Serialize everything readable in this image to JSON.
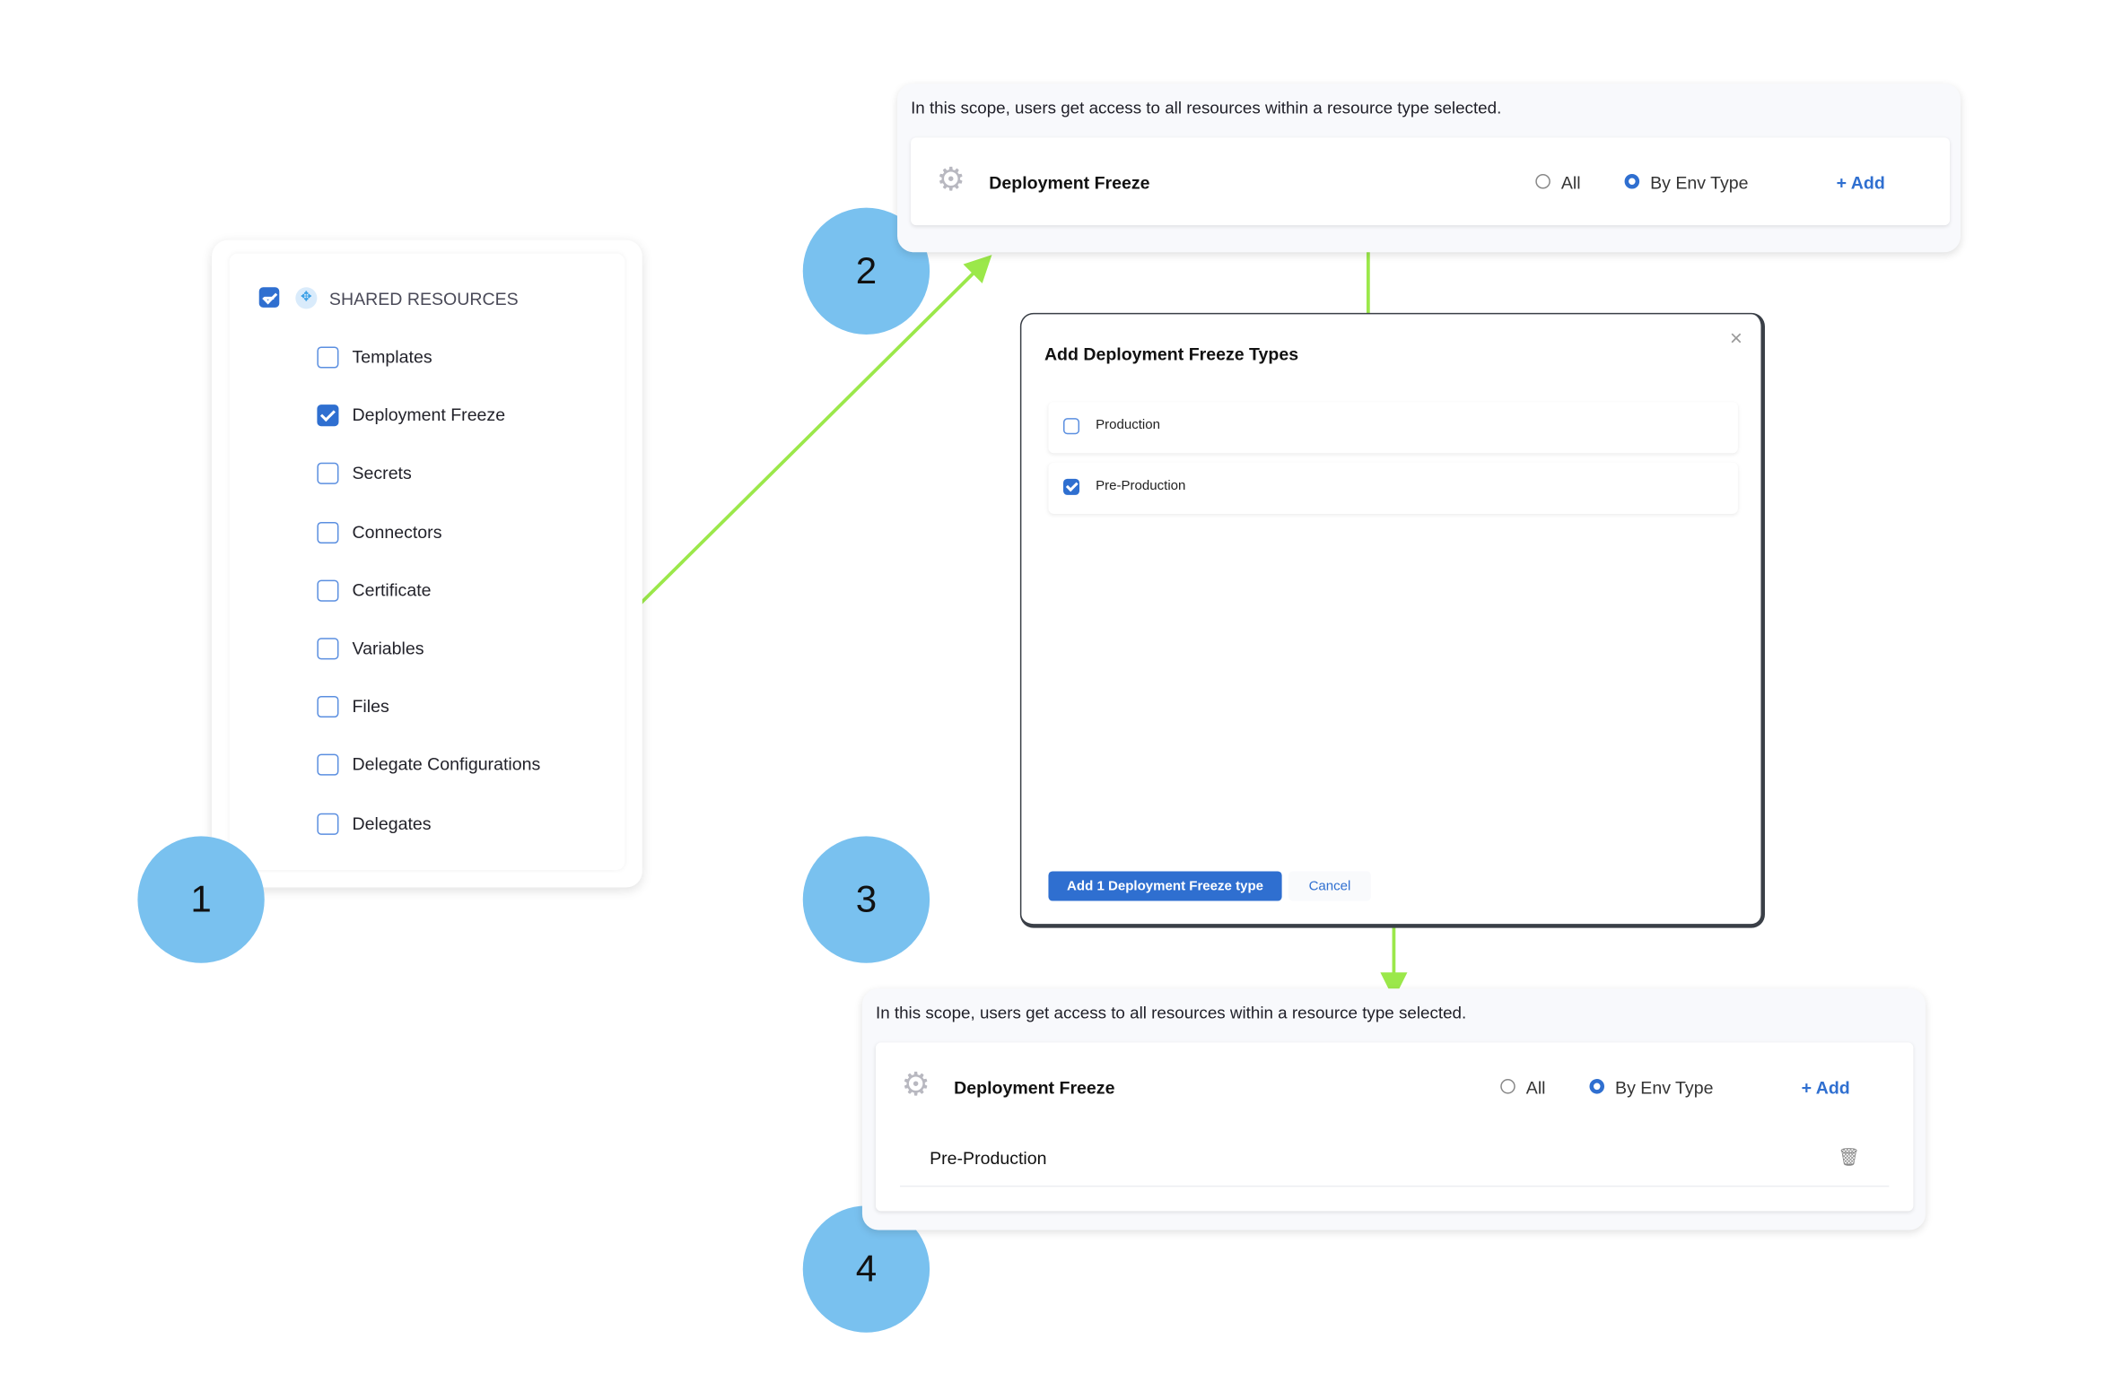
{
  "steps": [
    "1",
    "2",
    "3",
    "4"
  ],
  "shared_resources": {
    "header": "SHARED RESOURCES",
    "items": [
      {
        "label": "Templates",
        "checked": false
      },
      {
        "label": "Deployment Freeze",
        "checked": true
      },
      {
        "label": "Secrets",
        "checked": false
      },
      {
        "label": "Connectors",
        "checked": false
      },
      {
        "label": "Certificate",
        "checked": false
      },
      {
        "label": "Variables",
        "checked": false
      },
      {
        "label": "Files",
        "checked": false
      },
      {
        "label": "Delegate Configurations",
        "checked": false
      },
      {
        "label": "Delegates",
        "checked": false
      }
    ]
  },
  "scope_before": {
    "description": "In this scope, users get access to all resources within a resource type selected.",
    "resource": "Deployment Freeze",
    "radio_all": "All",
    "radio_env": "By Env Type",
    "selected": "By Env Type",
    "add_label": "+ Add"
  },
  "dialog": {
    "title": "Add Deployment Freeze Types",
    "options": [
      {
        "label": "Production",
        "checked": false
      },
      {
        "label": "Pre-Production",
        "checked": true
      }
    ],
    "submit_label": "Add 1 Deployment Freeze type",
    "cancel_label": "Cancel"
  },
  "scope_after": {
    "description": "In this scope, users get access to all resources within a resource type selected.",
    "resource": "Deployment Freeze",
    "radio_all": "All",
    "radio_env": "By Env Type",
    "selected": "By Env Type",
    "add_label": "+ Add",
    "selected_types": [
      "Pre-Production"
    ]
  },
  "colors": {
    "accent": "#2f6fd0",
    "step_circle": "#79c1ef",
    "arrow": "#9be84a"
  }
}
